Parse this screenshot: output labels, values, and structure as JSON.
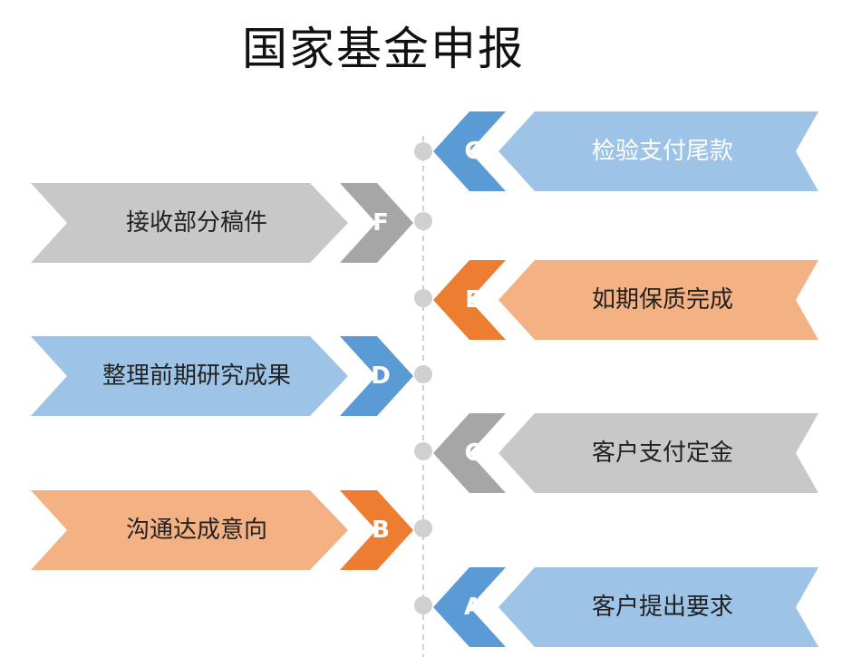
{
  "title": "国家基金申报",
  "colors": {
    "gray_light": "#C8C8C8",
    "gray_dark": "#A6A6A6",
    "blue_light": "#9DC3E6",
    "blue_dark": "#5B9BD5",
    "orange_light": "#F4B183",
    "orange_dark": "#ED7D31",
    "timeline": "#D0D0D0"
  },
  "steps": [
    {
      "letter": "G",
      "text": "检验支付尾款",
      "side": "right",
      "color": "blue"
    },
    {
      "letter": "F",
      "text": "接收部分稿件",
      "side": "left",
      "color": "gray"
    },
    {
      "letter": "E",
      "text": "如期保质完成",
      "side": "right",
      "color": "orange"
    },
    {
      "letter": "D",
      "text": "整理前期研究成果",
      "side": "left",
      "color": "blue"
    },
    {
      "letter": "C",
      "text": "客户支付定金",
      "side": "right",
      "color": "gray"
    },
    {
      "letter": "B",
      "text": "沟通达成意向",
      "side": "left",
      "color": "orange"
    },
    {
      "letter": "A",
      "text": "客户提出要求",
      "side": "right",
      "color": "blue"
    }
  ]
}
